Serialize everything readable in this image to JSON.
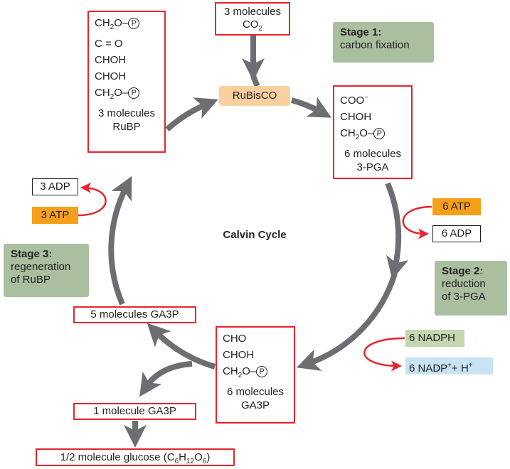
{
  "co2": {
    "line1": "3 molecules",
    "co": "CO",
    "sub": "2"
  },
  "rubisco": "RuBisCO",
  "stage1": {
    "title": "Stage 1:",
    "desc": "carbon fixation"
  },
  "stage2": {
    "title": "Stage 2:",
    "desc1": "reduction",
    "desc2": "of 3-PGA"
  },
  "stage3": {
    "title": "Stage 3:",
    "desc1": "regeneration",
    "desc2": "of RuBP"
  },
  "title": "Calvin Cycle",
  "rubp": {
    "rows": [
      "CH",
      "C = O",
      "CHOH",
      "CHOH",
      "CH"
    ],
    "ch2o": "O",
    "p": "P",
    "sub2": "2",
    "count": "3 molecules",
    "name": "RuBP"
  },
  "pga": {
    "row1": "COO",
    "sup": "−",
    "row2": "CHOH",
    "row3": "CH",
    "sub2": "2",
    "o": "O",
    "p": "P",
    "count": "6 molecules",
    "name": "3-PGA"
  },
  "ga3p": {
    "row1": "CHO",
    "row2": "CHOH",
    "row3": "CH",
    "sub2": "2",
    "o": "O",
    "p": "P",
    "count": "6 molecules",
    "name": "GA3P"
  },
  "atp6": "6 ATP",
  "adp6": "6 ADP",
  "atp3": "3 ATP",
  "adp3": "3 ADP",
  "nadph": "6 NADPH",
  "nadp": {
    "a": "6 NADP",
    "sup1": "+",
    "b": "+ H",
    "sup2": "+"
  },
  "ga3p5": "5 molecules GA3P",
  "ga3p1": "1 molecule GA3P",
  "glucose": {
    "a": "1/2 molecule glucose (C",
    "s1": "6",
    "b": "H",
    "s2": "12",
    "c": "O",
    "s3": "6",
    "d": ")"
  },
  "colors": {
    "arrow": "#6d6e71",
    "red": "#e8242f",
    "atp": "#f6a01a",
    "stage": "#a9bf9f",
    "rubisco": "#fbd0a0",
    "nadph": "#c3d6b0",
    "nadp": "#c7e3f4"
  }
}
